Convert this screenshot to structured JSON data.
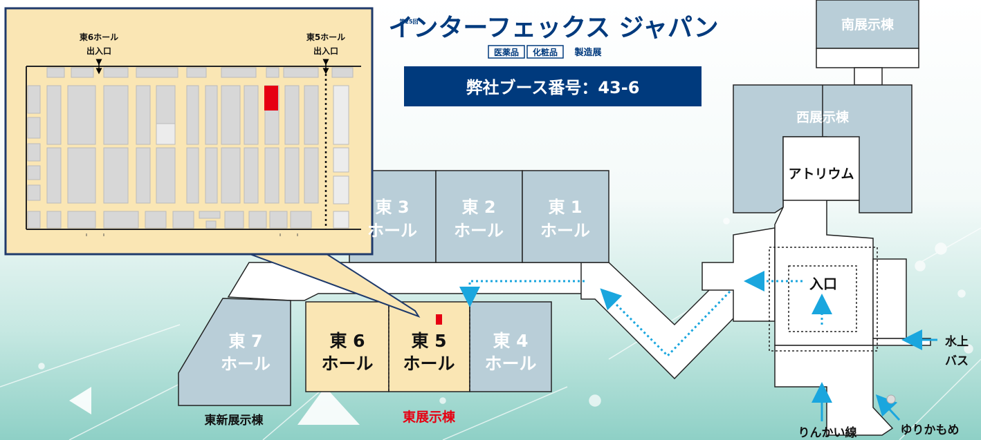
{
  "event": {
    "edition_mark": "第25回",
    "title": "インターフェックス ジャパン",
    "sub_tag_1": "医薬品",
    "sub_tag_2": "化粧品",
    "sub_tag_3": "製造展",
    "booth_label": "弊社ブース番号：43-6"
  },
  "buildings": {
    "south": "南展示棟",
    "west": "西展示棟",
    "atrium": "アトリウム",
    "entrance": "入口",
    "east_new": "東新展示棟",
    "east": "東展示棟"
  },
  "halls": {
    "e1_top": "東 1",
    "e1_bottom": "ホール",
    "e2_top": "東 2",
    "e2_bottom": "ホール",
    "e3_top": "東 3",
    "e3_bottom": "ホール",
    "e4_top": "東 4",
    "e4_bottom": "ホール",
    "e5_top": "東 5",
    "e5_bottom": "ホール",
    "e6_top": "東 6",
    "e6_bottom": "ホール",
    "e7_top": "東 7",
    "e7_bottom": "ホール"
  },
  "access": {
    "water_bus_1": "水上",
    "water_bus_2": "バス",
    "rinkai": "りんかい線",
    "yurikamome": "ゆりかもめ"
  },
  "inset": {
    "e6_entrance_1": "東6ホール",
    "e6_entrance_2": "出入口",
    "e5_entrance_1": "東5ホール",
    "e5_entrance_2": "出入口"
  },
  "colors": {
    "hall_blue": "#b9ced8",
    "hall_highlight": "#fae6b4",
    "booth_red": "#e60012",
    "navy": "#003a7d",
    "route_cyan": "#1aa6de",
    "accent_red": "#e60012"
  }
}
